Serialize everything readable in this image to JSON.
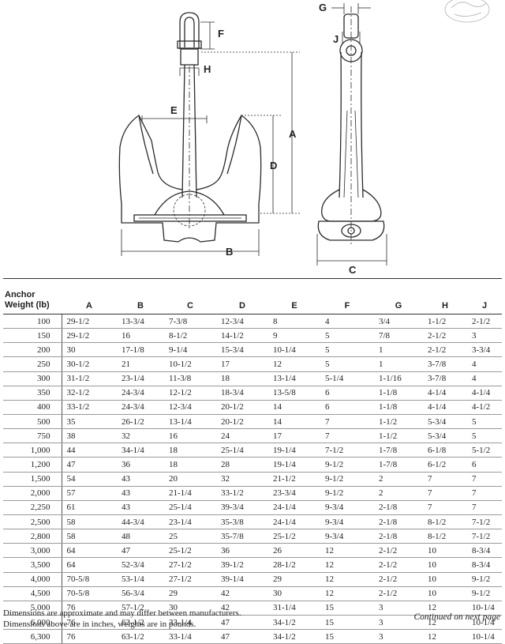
{
  "diagram_labels": {
    "a": "A",
    "b": "B",
    "c": "C",
    "d": "D",
    "e": "E",
    "f": "F",
    "g": "G",
    "h": "H",
    "j": "J"
  },
  "table": {
    "header_line1": "Anchor",
    "header_line2": "Weight (lb)",
    "columns": [
      "A",
      "B",
      "C",
      "D",
      "E",
      "F",
      "G",
      "H",
      "J"
    ],
    "rows": [
      [
        "100",
        "29-1/2",
        "13-3/4",
        "7-3/8",
        "12-3/4",
        "8",
        "4",
        "3/4",
        "1-1/2",
        "2-1/2"
      ],
      [
        "150",
        "29-1/2",
        "16",
        "8-1/2",
        "14-1/2",
        "9",
        "5",
        "7/8",
        "2-1/2",
        "3"
      ],
      [
        "200",
        "30",
        "17-1/8",
        "9-1/4",
        "15-3/4",
        "10-1/4",
        "5",
        "1",
        "2-1/2",
        "3-3/4"
      ],
      [
        "250",
        "30-1/2",
        "21",
        "10-1/2",
        "17",
        "12",
        "5",
        "1",
        "3-7/8",
        "4"
      ],
      [
        "300",
        "31-1/2",
        "23-1/4",
        "11-3/8",
        "18",
        "13-1/4",
        "5-1/4",
        "1-1/16",
        "3-7/8",
        "4"
      ],
      [
        "350",
        "32-1/2",
        "24-3/4",
        "12-1/2",
        "18-3/4",
        "13-5/8",
        "6",
        "1-1/8",
        "4-1/4",
        "4-1/4"
      ],
      [
        "400",
        "33-1/2",
        "24-3/4",
        "12-3/4",
        "20-1/2",
        "14",
        "6",
        "1-1/8",
        "4-1/4",
        "4-1/2"
      ],
      [
        "500",
        "35",
        "26-1/2",
        "13-1/4",
        "20-1/2",
        "14",
        "7",
        "1-1/2",
        "5-3/4",
        "5"
      ],
      [
        "750",
        "38",
        "32",
        "16",
        "24",
        "17",
        "7",
        "1-1/2",
        "5-3/4",
        "5"
      ],
      [
        "1,000",
        "44",
        "34-1/4",
        "18",
        "25-1/4",
        "19-1/4",
        "7-1/2",
        "1-7/8",
        "6-1/8",
        "5-1/2"
      ],
      [
        "1,200",
        "47",
        "36",
        "18",
        "28",
        "19-1/4",
        "9-1/2",
        "1-7/8",
        "6-1/2",
        "6"
      ],
      [
        "1,500",
        "54",
        "43",
        "20",
        "32",
        "21-1/2",
        "9-1/2",
        "2",
        "7",
        "7"
      ],
      [
        "2,000",
        "57",
        "43",
        "21-1/4",
        "33-1/2",
        "23-3/4",
        "9-1/2",
        "2",
        "7",
        "7"
      ],
      [
        "2,250",
        "61",
        "43",
        "25-1/4",
        "39-3/4",
        "24-1/4",
        "9-3/4",
        "2-1/8",
        "7",
        "7"
      ],
      [
        "2,500",
        "58",
        "44-3/4",
        "23-1/4",
        "35-3/8",
        "24-1/4",
        "9-3/4",
        "2-1/8",
        "8-1/2",
        "7-1/2"
      ],
      [
        "2,800",
        "58",
        "48",
        "25",
        "35-7/8",
        "25-1/2",
        "9-3/4",
        "2-1/8",
        "8-1/2",
        "7-1/2"
      ],
      [
        "3,000",
        "64",
        "47",
        "25-1/2",
        "36",
        "26",
        "12",
        "2-1/2",
        "10",
        "8-3/4"
      ],
      [
        "3,500",
        "64",
        "52-3/4",
        "27-1/2",
        "39-1/2",
        "28-1/2",
        "12",
        "2-1/2",
        "10",
        "8-3/4"
      ],
      [
        "4,000",
        "70-5/8",
        "53-1/4",
        "27-1/2",
        "39-1/4",
        "29",
        "12",
        "2-1/2",
        "10",
        "9-1/2"
      ],
      [
        "4,500",
        "70-5/8",
        "56-3/4",
        "29",
        "42",
        "30",
        "12",
        "2-1/2",
        "10",
        "9-1/2"
      ],
      [
        "5,000",
        "76",
        "57-1/2",
        "30",
        "42",
        "31-1/4",
        "15",
        "3",
        "12",
        "10-1/4"
      ],
      [
        "6,000",
        "76",
        "63-1/2",
        "33-1/4",
        "47",
        "34-1/2",
        "15",
        "3",
        "12",
        "10-1/4"
      ],
      [
        "6,300",
        "76",
        "63-1/2",
        "33-1/4",
        "47",
        "34-1/2",
        "15",
        "3",
        "12",
        "10-1/4"
      ]
    ]
  },
  "footer": {
    "note1": "Dimensions are approximate and may differ between manufacturers.",
    "note2": "Dimensions above are in inches, weights are in pounds.",
    "continued": "Continued on next page"
  }
}
